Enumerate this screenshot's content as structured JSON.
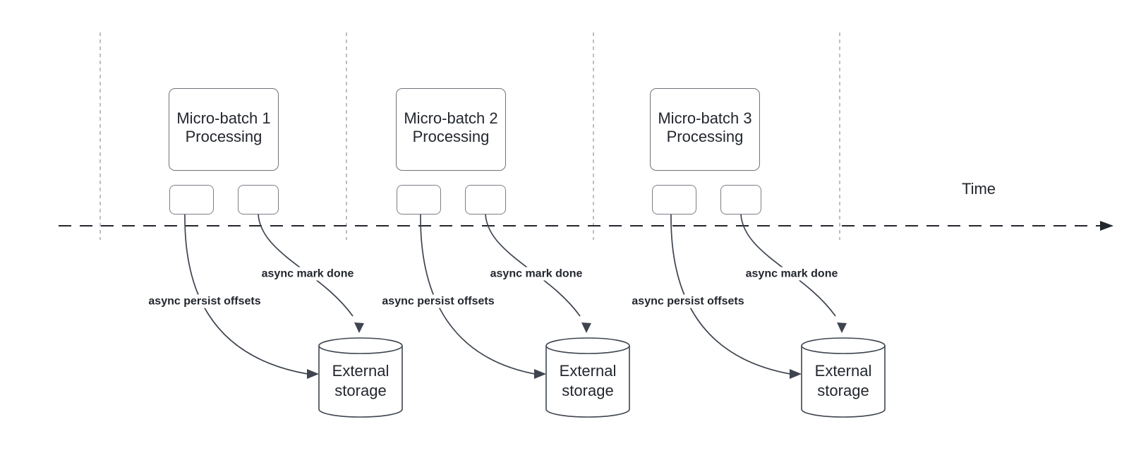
{
  "axis": {
    "time_label": "Time"
  },
  "batches": [
    {
      "processing_line1": "Micro-batch 1",
      "processing_line2": "Processing",
      "persist_label": "async persist offsets",
      "mark_done_label": "async mark done",
      "storage_line1": "External",
      "storage_line2": "storage"
    },
    {
      "processing_line1": "Micro-batch 2",
      "processing_line2": "Processing",
      "persist_label": "async persist offsets",
      "mark_done_label": "async mark done",
      "storage_line1": "External",
      "storage_line2": "storage"
    },
    {
      "processing_line1": "Micro-batch 3",
      "processing_line2": "Processing",
      "persist_label": "async persist offsets",
      "mark_done_label": "async mark done",
      "storage_line1": "External",
      "storage_line2": "storage"
    }
  ],
  "colors": {
    "background": "#ffffff",
    "divider": "#a6aaaf",
    "axis": "#23272e",
    "shape-border": "#6e737a",
    "small-border": "#7a7f85",
    "edge": "#3e454f",
    "text": "#23272e"
  }
}
